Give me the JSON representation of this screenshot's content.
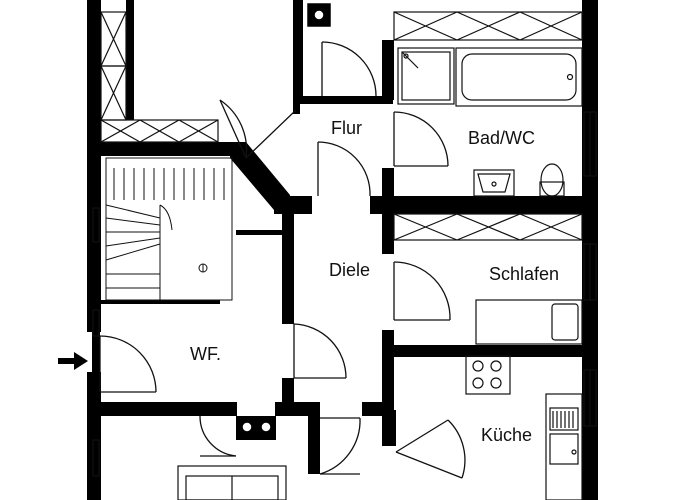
{
  "plan": {
    "rooms": {
      "flur": "Flur",
      "bad": "Bad/WC",
      "diele": "Diele",
      "schlafen": "Schlafen",
      "wf": "WF.",
      "kueche": "Küche"
    },
    "colors": {
      "wall": "#000000",
      "line": "#111111",
      "background": "#ffffff"
    },
    "icons": {
      "entrance": "arrow-right-icon",
      "stairs": "stairs-icon",
      "bathtub": "bathtub-icon",
      "shower": "shower-icon",
      "sink": "sink-icon",
      "toilet": "toilet-icon",
      "bed": "bed-icon",
      "stove": "stove-icon",
      "kitchen-sink": "kitchen-sink-icon",
      "table": "table-icon"
    }
  }
}
